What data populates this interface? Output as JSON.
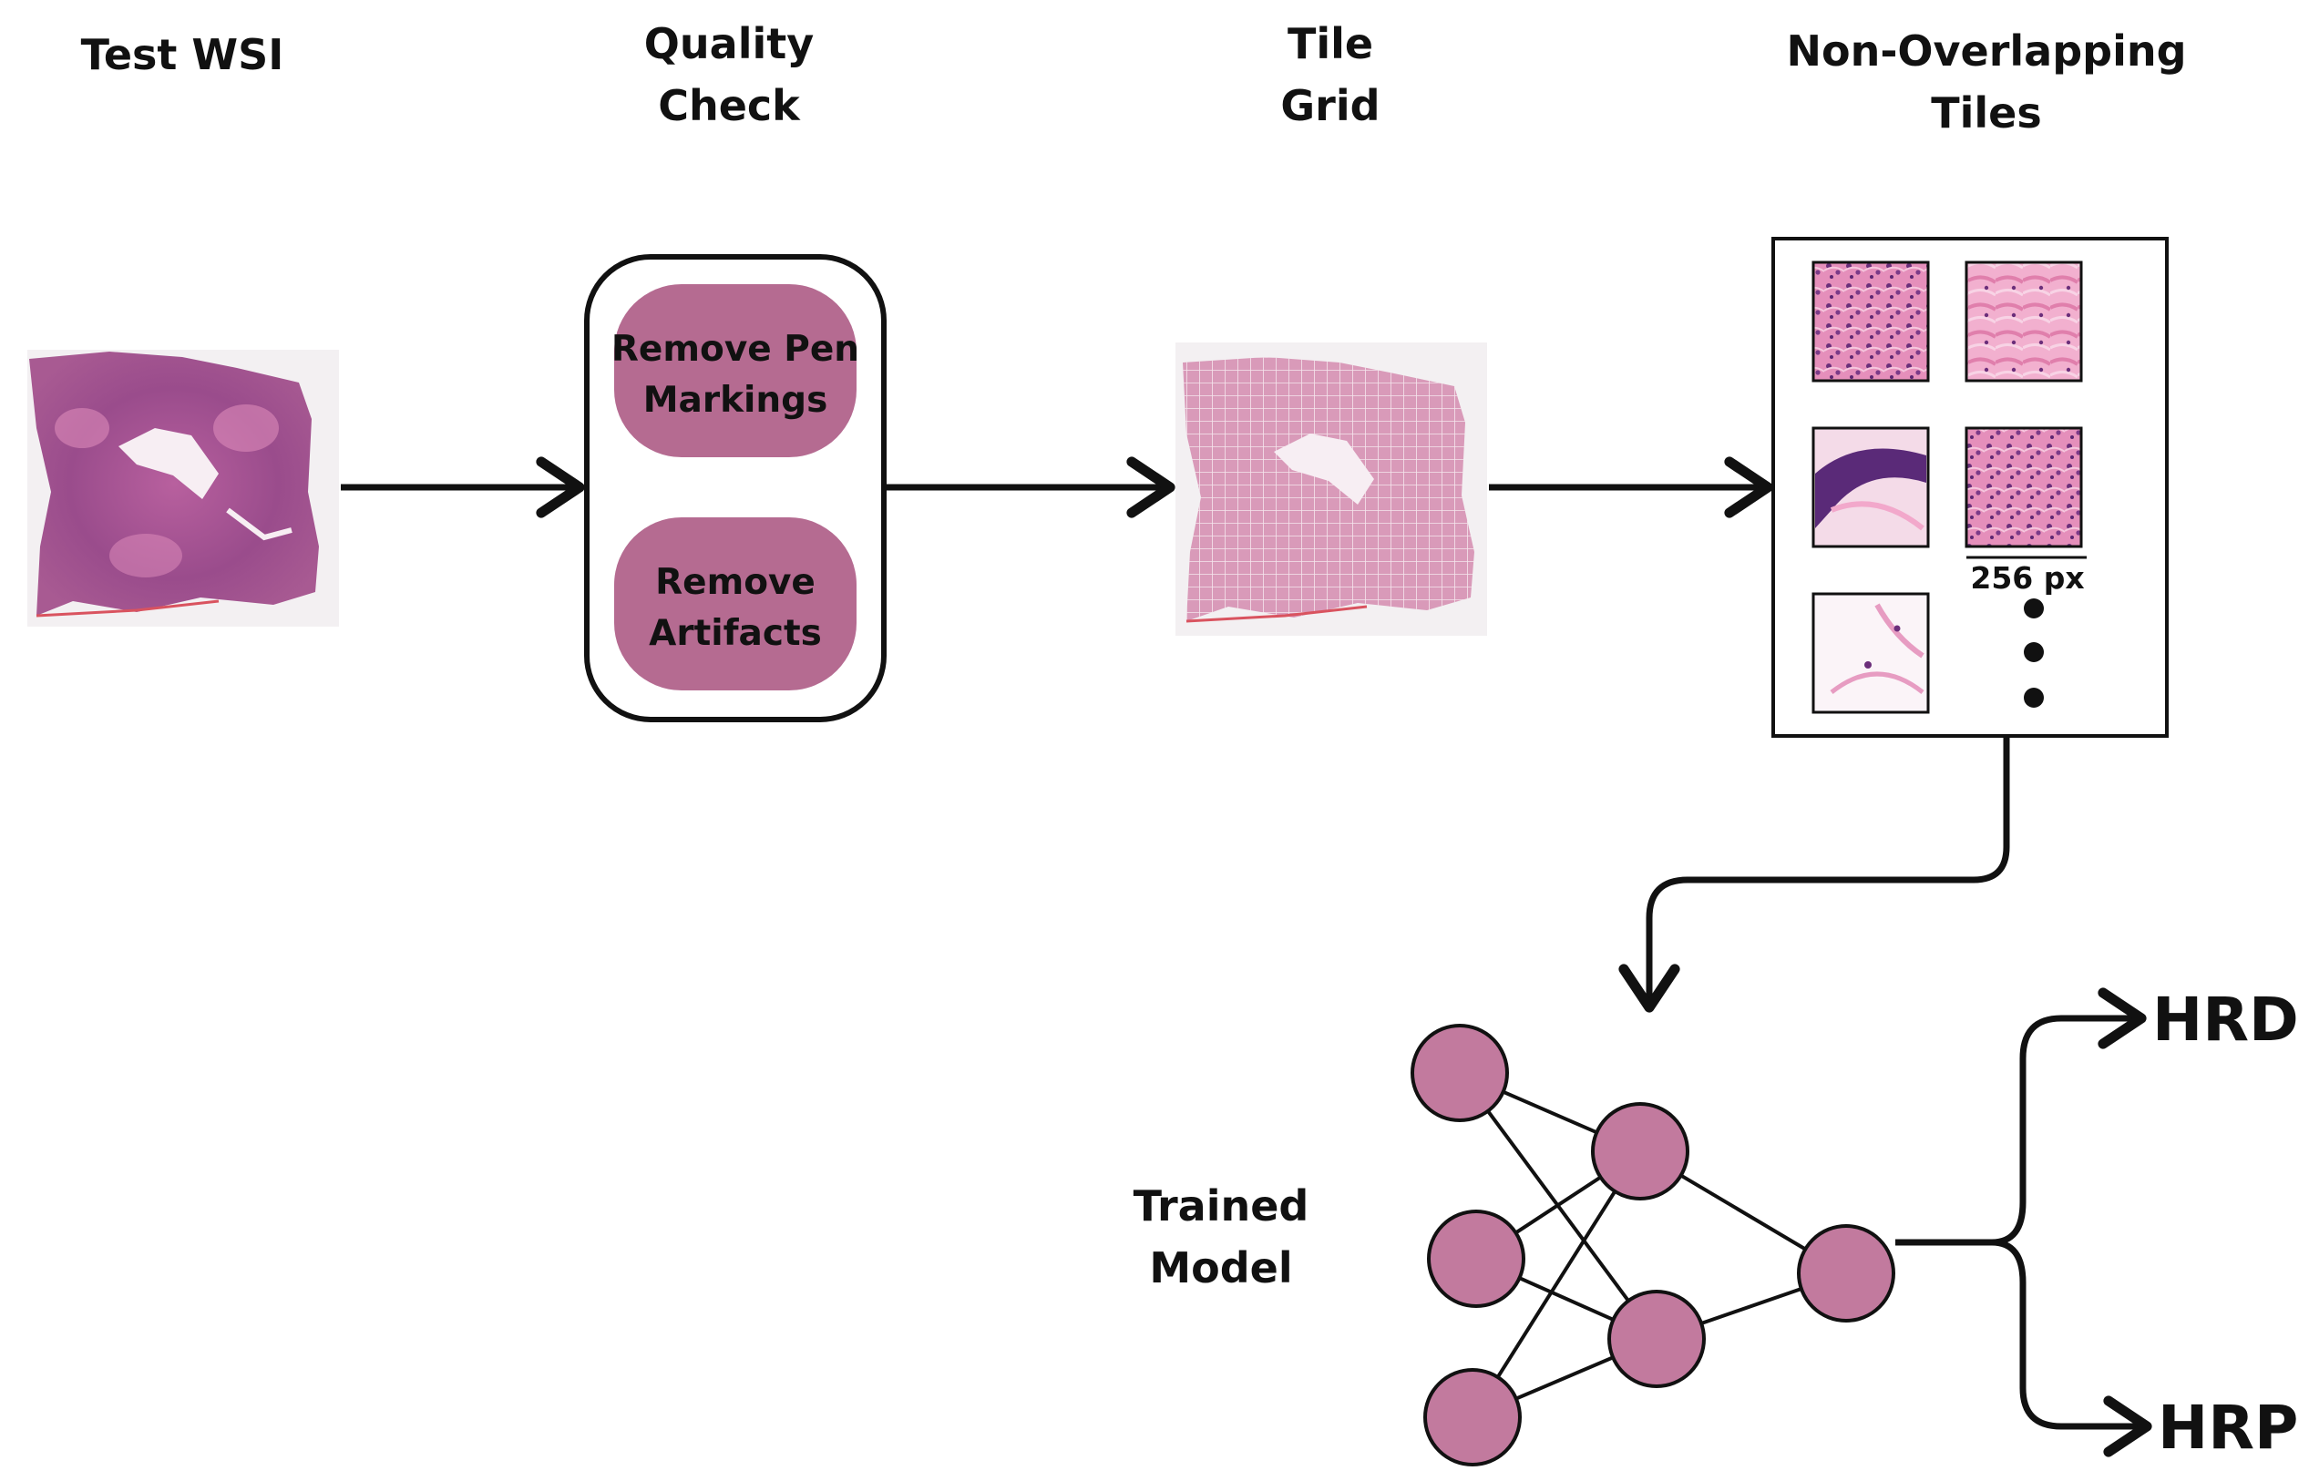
{
  "steps": {
    "test_wsi": "Test WSI",
    "quality_check_line1": "Quality",
    "quality_check_line2": "Check",
    "tile_grid_line1": "Tile",
    "tile_grid_line2": "Grid",
    "tiles_line1": "Non-Overlapping",
    "tiles_line2": "Tiles"
  },
  "quality_check": {
    "pen_line1": "Remove Pen",
    "pen_line2": "Markings",
    "artifacts_line1": "Remove",
    "artifacts_line2": "Artifacts"
  },
  "tiles_panel": {
    "tile_size": "256 px"
  },
  "model": {
    "label_line1": "Trained",
    "label_line2": "Model",
    "output_top": "HRD",
    "output_bottom": "HRP"
  },
  "colors": {
    "pill": "#b56b91",
    "node": "#c27a9e",
    "tissue": "#9c4f8c",
    "tissue_pink": "#e69cc2",
    "stroke": "#111111"
  }
}
